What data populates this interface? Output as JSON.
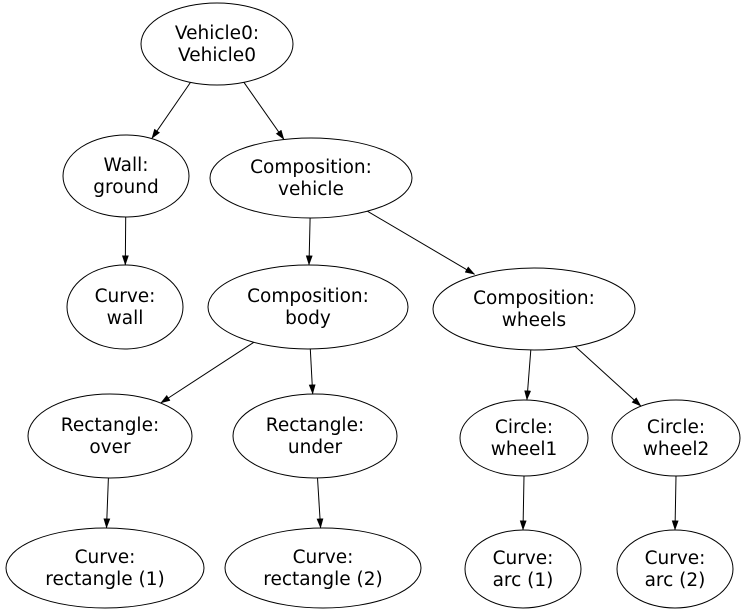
{
  "diagram": {
    "type": "directed-graph",
    "background_color": "#ffffff",
    "node_fill_color": "#ffffff",
    "node_stroke_color": "#000000",
    "edge_color": "#000000",
    "text_color": "#000000",
    "nodes": [
      {
        "id": "vehicle0",
        "line1": "Vehicle0:",
        "line2": "Vehicle0"
      },
      {
        "id": "wall-ground",
        "line1": "Wall:",
        "line2": "ground"
      },
      {
        "id": "composition-vehicle",
        "line1": "Composition:",
        "line2": "vehicle"
      },
      {
        "id": "curve-wall",
        "line1": "Curve:",
        "line2": "wall"
      },
      {
        "id": "composition-body",
        "line1": "Composition:",
        "line2": "body"
      },
      {
        "id": "composition-wheels",
        "line1": "Composition:",
        "line2": "wheels"
      },
      {
        "id": "rectangle-over",
        "line1": "Rectangle:",
        "line2": "over"
      },
      {
        "id": "rectangle-under",
        "line1": "Rectangle:",
        "line2": "under"
      },
      {
        "id": "circle-wheel1",
        "line1": "Circle:",
        "line2": "wheel1"
      },
      {
        "id": "circle-wheel2",
        "line1": "Circle:",
        "line2": "wheel2"
      },
      {
        "id": "curve-rectangle-1",
        "line1": "Curve:",
        "line2": "rectangle (1)"
      },
      {
        "id": "curve-rectangle-2",
        "line1": "Curve:",
        "line2": "rectangle (2)"
      },
      {
        "id": "curve-arc-1",
        "line1": "Curve:",
        "line2": "arc (1)"
      },
      {
        "id": "curve-arc-2",
        "line1": "Curve:",
        "line2": "arc (2)"
      }
    ],
    "edges": [
      {
        "from": "vehicle0",
        "to": "wall-ground"
      },
      {
        "from": "vehicle0",
        "to": "composition-vehicle"
      },
      {
        "from": "wall-ground",
        "to": "curve-wall"
      },
      {
        "from": "composition-vehicle",
        "to": "composition-body"
      },
      {
        "from": "composition-vehicle",
        "to": "composition-wheels"
      },
      {
        "from": "composition-body",
        "to": "rectangle-over"
      },
      {
        "from": "composition-body",
        "to": "rectangle-under"
      },
      {
        "from": "composition-wheels",
        "to": "circle-wheel1"
      },
      {
        "from": "composition-wheels",
        "to": "circle-wheel2"
      },
      {
        "from": "rectangle-over",
        "to": "curve-rectangle-1"
      },
      {
        "from": "rectangle-under",
        "to": "curve-rectangle-2"
      },
      {
        "from": "circle-wheel1",
        "to": "curve-arc-1"
      },
      {
        "from": "circle-wheel2",
        "to": "curve-arc-2"
      }
    ]
  }
}
